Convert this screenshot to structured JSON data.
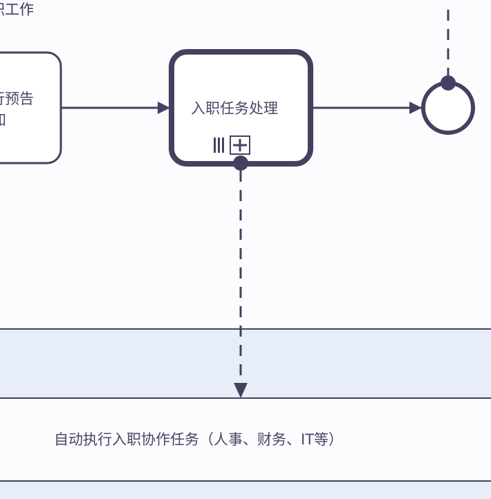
{
  "diagram": {
    "lane_label": "职工作",
    "left_task": {
      "line1": "行预告",
      "line2": "知"
    },
    "main_task": {
      "label": "入职任务处理",
      "markers": [
        "parallel-multi-instance",
        "collapsed-subprocess"
      ]
    },
    "end_event": {
      "type": "end"
    },
    "bands": [
      {
        "label": "",
        "fill": "#e8eef7"
      },
      {
        "label": "自动执行入职协作任务（人事、财务、IT等）",
        "fill": "#fcfbfd"
      },
      {
        "label": "",
        "fill": "#e8eef7"
      }
    ],
    "colors": {
      "stroke": "#45405f",
      "text": "#4a4667",
      "band_fill": "#e8eef7",
      "background": "#fcfbfd"
    }
  }
}
